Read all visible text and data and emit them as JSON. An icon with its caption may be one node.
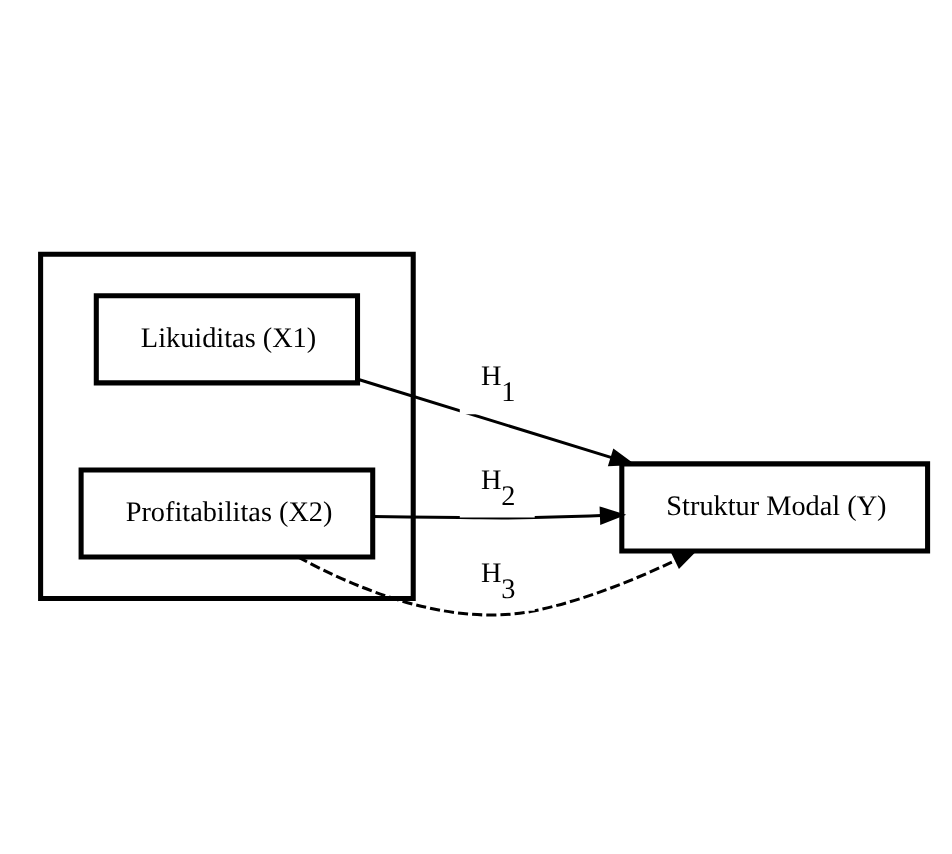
{
  "diagram": {
    "nodes": [
      {
        "text": [],
        "shape": "box"
      },
      {
        "text": [
          "Likuiditas (X1)"
        ],
        "in": 0
      },
      {
        "text": [
          "Profitabilitas (X2)"
        ],
        "in": 0
      },
      {
        "text": [
          "Struktur Modal (Y)"
        ]
      }
    ],
    "edges": [
      {
        "from": 1,
        "to": 3,
        "arrow": "to",
        "label": "H$_{1}$"
      },
      {
        "from": 2,
        "to": 3,
        "arrow": "to",
        "label": "H$_{2}$"
      },
      {
        "from": 2,
        "to": 3,
        "arrow": "to",
        "label": "H$_{3}$",
        "style": "dashed"
      }
    ]
  }
}
